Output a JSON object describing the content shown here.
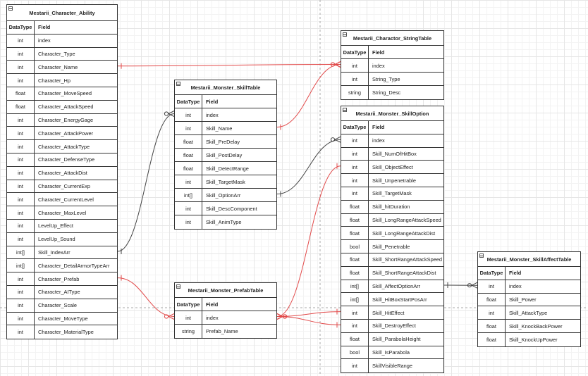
{
  "header_labels": {
    "type": "DataType",
    "field": "Field"
  },
  "tables": [
    {
      "id": "char_ability",
      "title": "Mestarii_Character_Ability",
      "rows": [
        [
          "int",
          "index"
        ],
        [
          "int",
          "Character_Type"
        ],
        [
          "int",
          "Character_Name"
        ],
        [
          "int",
          "Character_Hp"
        ],
        [
          "float",
          "Character_MoveSpeed"
        ],
        [
          "float",
          "Character_AttackSpeed"
        ],
        [
          "int",
          "Character_EnergyGage"
        ],
        [
          "int",
          "Character_AttackPower"
        ],
        [
          "int",
          "Character_AttackType"
        ],
        [
          "int",
          "Character_DefenseType"
        ],
        [
          "int",
          "Character_AttackDist"
        ],
        [
          "int",
          "Character_CurrentExp"
        ],
        [
          "int",
          "Character_CurrentLevel"
        ],
        [
          "int",
          "Character_MaxLevel"
        ],
        [
          "int",
          "LevelUp_Effect"
        ],
        [
          "int",
          "LevelUp_Sound"
        ],
        [
          "int[]",
          "Skill_IndexArr"
        ],
        [
          "int[]",
          "Character_DetailArmorTypeArr"
        ],
        [
          "int",
          "Character_Prefab"
        ],
        [
          "int",
          "Character_AIType"
        ],
        [
          "int",
          "Character_Scale"
        ],
        [
          "int",
          "Character_MoveType"
        ],
        [
          "int",
          "Character_MaterialType"
        ]
      ]
    },
    {
      "id": "string_table",
      "title": "Mestarii_Charactor_StringTable",
      "rows": [
        [
          "int",
          "index"
        ],
        [
          "int",
          "String_Type"
        ],
        [
          "string",
          "String_Desc"
        ]
      ]
    },
    {
      "id": "skill_table",
      "title": "Mestarii_Monster_SkillTable",
      "rows": [
        [
          "int",
          "index"
        ],
        [
          "int",
          "Skill_Name"
        ],
        [
          "float",
          "Skill_PreDelay"
        ],
        [
          "float",
          "Skill_PostDelay"
        ],
        [
          "float",
          "Skill_DetectRange"
        ],
        [
          "int",
          "Skill_TargetMask"
        ],
        [
          "int[]",
          "Skill_OptionArr"
        ],
        [
          "int",
          "Skill_DescComponent"
        ],
        [
          "int",
          "Skill_AnimType"
        ]
      ]
    },
    {
      "id": "skill_option",
      "title": "Mestarii_Monster_SkillOption",
      "rows": [
        [
          "int",
          "index"
        ],
        [
          "int",
          "Skill_NumOfHitBox"
        ],
        [
          "int",
          "Skill_ObjectEffect"
        ],
        [
          "int",
          "Skill_Unpenetrable"
        ],
        [
          "int",
          "Skill_TargetMask"
        ],
        [
          "float",
          "Skill_hitDuration"
        ],
        [
          "float",
          "Skill_LongRangeAttackSpeed"
        ],
        [
          "float",
          "Skill_LongRangeAttackDist"
        ],
        [
          "bool",
          "Skill_Penetrable"
        ],
        [
          "float",
          "Skill_ShortRangeAttackSpeed"
        ],
        [
          "float",
          "Skill_ShortRangeAttackDist"
        ],
        [
          "int[]",
          "Skill_AffectOptionArr"
        ],
        [
          "int[]",
          "Skill_HitBoxStartPosArr"
        ],
        [
          "int",
          "Skill_HitEffect"
        ],
        [
          "int",
          "Skill_DestroyEffect"
        ],
        [
          "float",
          "Skill_ParabolaHeight"
        ],
        [
          "bool",
          "Skill_IsParabola"
        ],
        [
          "int",
          "SkillVisibleRange"
        ]
      ]
    },
    {
      "id": "prefab_table",
      "title": "Mestarii_Monster_PrefabTable",
      "rows": [
        [
          "int",
          "index"
        ],
        [
          "string",
          "Prefab_Name"
        ]
      ]
    },
    {
      "id": "affect_table",
      "title": "Mestarii_Monster_SkillAffectTable",
      "rows": [
        [
          "int",
          "index"
        ],
        [
          "float",
          "Skill_Power"
        ],
        [
          "int",
          "Skill_AttackType"
        ],
        [
          "float",
          "Skill_KnockBackPower"
        ],
        [
          "float",
          "Skill_KnockUpPower"
        ]
      ]
    }
  ],
  "colors": {
    "line_black": "#444444",
    "line_red": "#e24a4a",
    "border": "#333333"
  }
}
